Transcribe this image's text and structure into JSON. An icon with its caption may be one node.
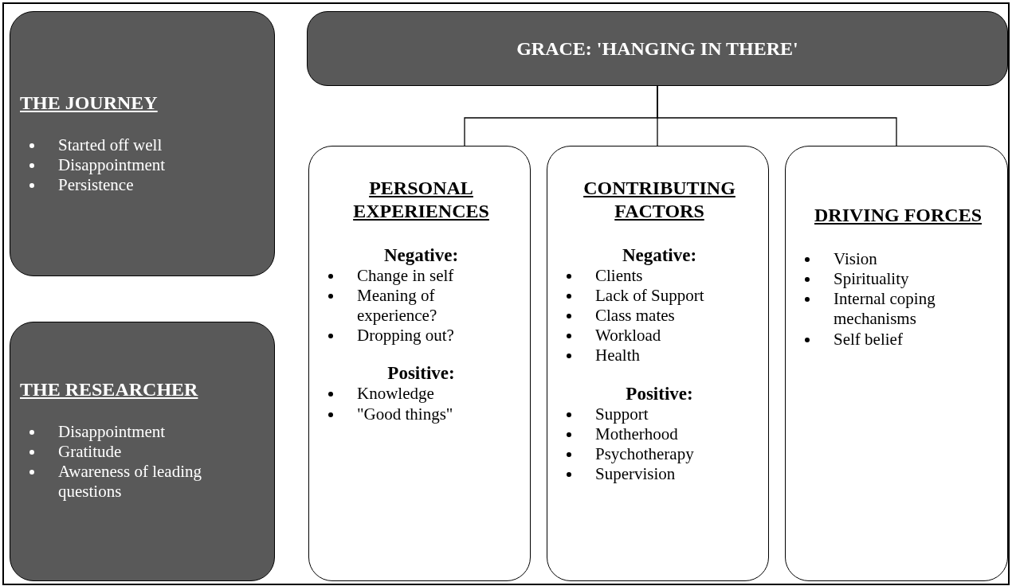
{
  "diagram": {
    "nodes": [
      {
        "text": [
          "THE JOURNEY",
          "Started off well",
          "Disappointment",
          "Persistence"
        ]
      },
      {
        "text": [
          "THE RESEARCHER",
          "Disappointment",
          "Gratitude",
          "Awareness of leading questions"
        ]
      },
      {
        "text": [
          "GRACE: 'HANGING IN THERE'"
        ]
      },
      {
        "text": [
          "PERSONAL EXPERIENCES",
          "Negative:",
          "Change in self",
          "Meaning of experience?",
          "Dropping out?",
          "Positive:",
          "Knowledge",
          "\"Good things\""
        ]
      },
      {
        "text": [
          "CONTRIBUTING FACTORS",
          "Negative:",
          "Clients",
          "Lack of Support",
          "Class mates",
          "Workload",
          "Health",
          "Positive:",
          "Support",
          "Motherhood",
          "Psychotherapy",
          "Supervision"
        ]
      },
      {
        "text": [
          "DRIVING FORCES",
          "Vision",
          "Spirituality",
          "Internal coping mechanisms",
          "Self belief"
        ]
      }
    ],
    "edges": [
      {
        "from": 2,
        "to": 3,
        "arrow": "none"
      },
      {
        "from": 2,
        "to": 4,
        "arrow": "none"
      },
      {
        "from": 2,
        "to": 5,
        "arrow": "none"
      }
    ]
  }
}
